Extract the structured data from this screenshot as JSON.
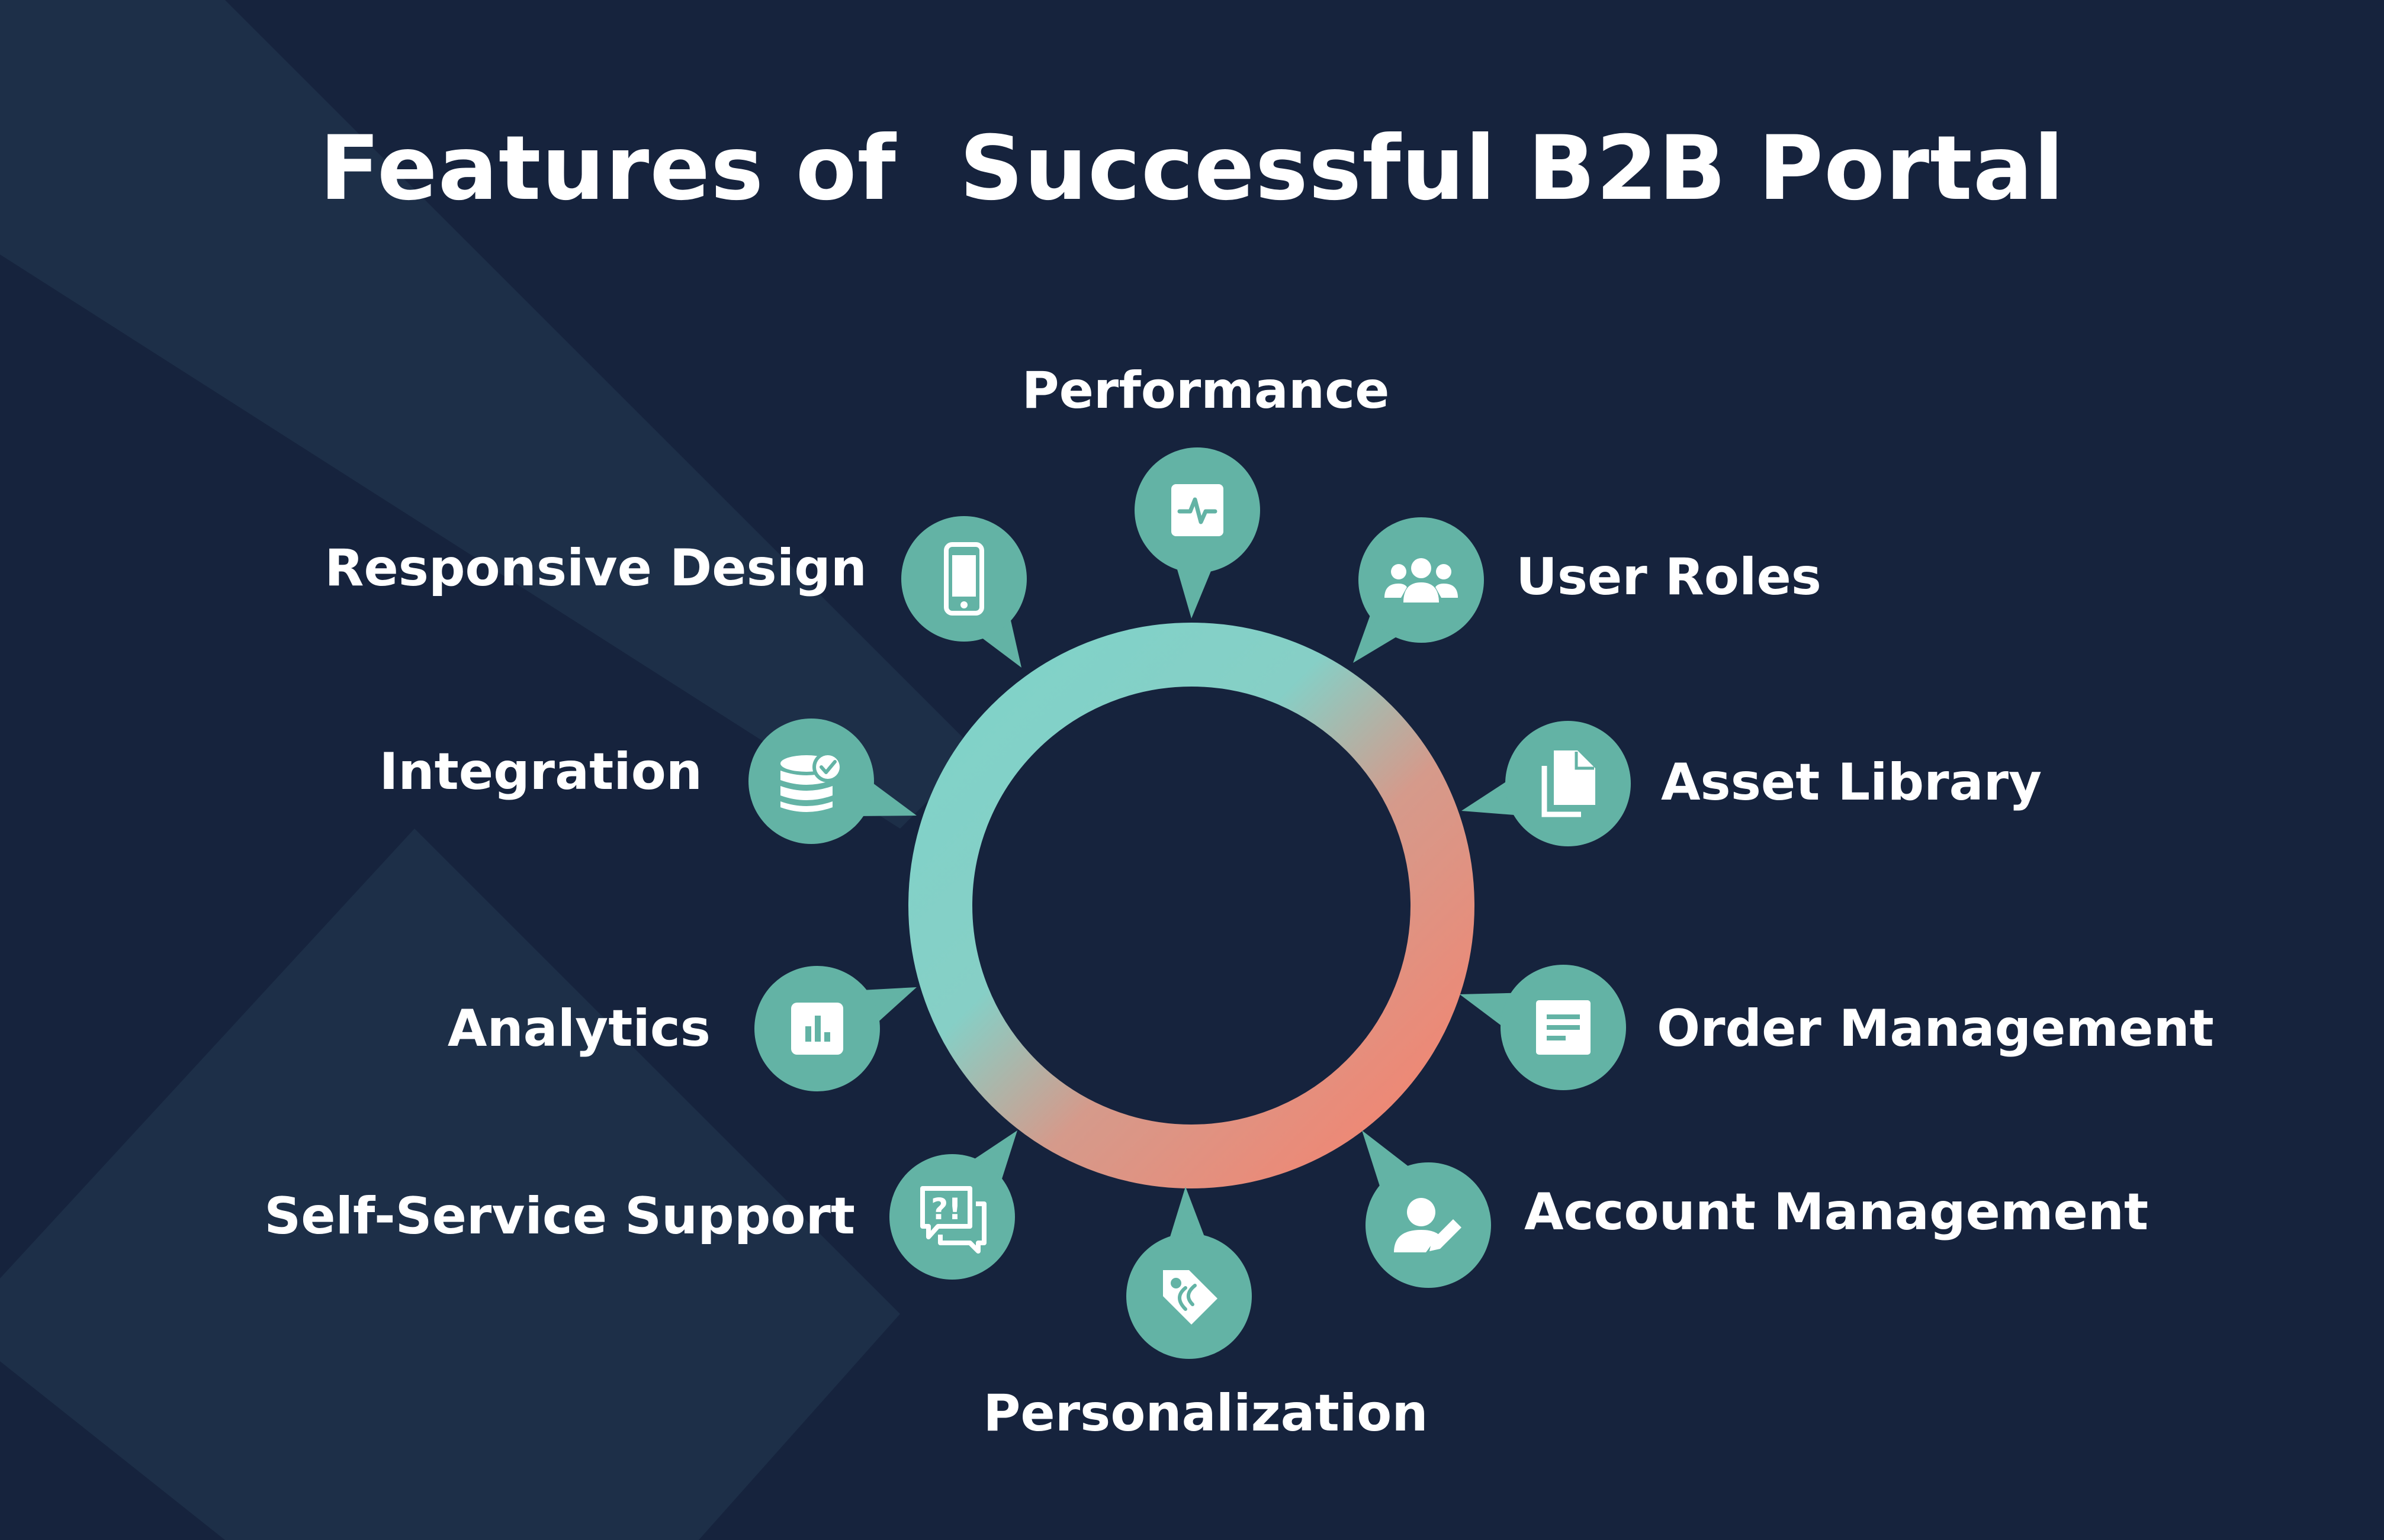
{
  "title": "Features of  Successful B2B Portal",
  "colors": {
    "background": "#16233d",
    "background_band": "#1d2f48",
    "node_fill": "#63b3a5",
    "ring_gradient_start": "#7fd3c9",
    "ring_gradient_end": "#f5836f",
    "text": "#ffffff"
  },
  "center": {
    "label": ""
  },
  "features": [
    {
      "label": "Performance",
      "icon": "pulse-icon"
    },
    {
      "label": "User Roles",
      "icon": "users-icon"
    },
    {
      "label": "Asset Library",
      "icon": "documents-icon"
    },
    {
      "label": "Order Management",
      "icon": "order-form-icon"
    },
    {
      "label": "Account Management",
      "icon": "user-edit-icon"
    },
    {
      "label": "Personalization",
      "icon": "tag-icon"
    },
    {
      "label": "Self-Service Support",
      "icon": "chat-question-icon"
    },
    {
      "label": "Analytics",
      "icon": "bar-chart-icon"
    },
    {
      "label": "Integration",
      "icon": "database-check-icon"
    },
    {
      "label": "Responsive Design",
      "icon": "smartphone-icon"
    }
  ]
}
